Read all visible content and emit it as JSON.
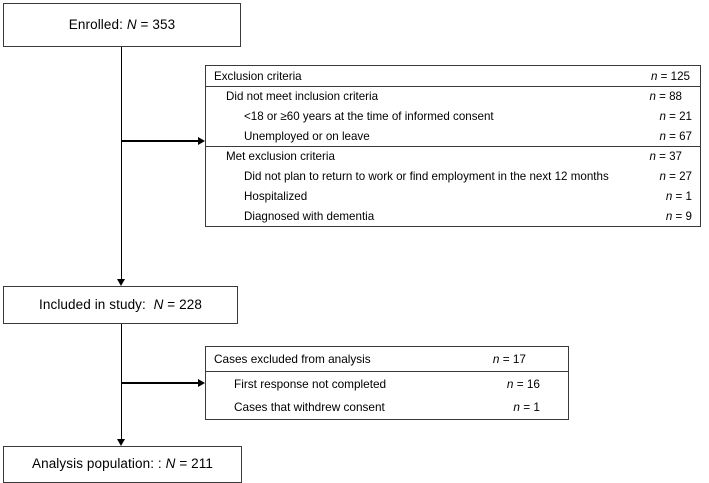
{
  "diagram": {
    "type": "participant-flow-diagram",
    "colors": {
      "box_border": "#3a3a3a",
      "connector": "#000000",
      "background": "#ffffff"
    },
    "boxes": {
      "enrolled": {
        "prefix": "Enrolled: ",
        "symbol": "N",
        "value": " = 353"
      },
      "included": {
        "prefix": "Included in study:  ",
        "symbol": "N",
        "value": " = 228"
      },
      "analysis": {
        "prefix": "Analysis population: : ",
        "symbol": "N",
        "value": " = 211"
      }
    },
    "exclusion_table": {
      "rows": [
        {
          "level": 0,
          "separator_above": false,
          "text": "Exclusion criteria",
          "n_symbol": "n",
          "n_value": " = 125"
        },
        {
          "level": 1,
          "separator_above": true,
          "text": "Did not meet inclusion criteria",
          "n_symbol": "n",
          "n_value": " = 88"
        },
        {
          "level": 2,
          "separator_above": false,
          "text": "<18 or ≥60 years at the time of informed consent",
          "n_symbol": "n",
          "n_value": " = 21"
        },
        {
          "level": 2,
          "separator_above": false,
          "text": "Unemployed or on leave",
          "n_symbol": "n",
          "n_value": " = 67"
        },
        {
          "level": 1,
          "separator_above": true,
          "text": "Met exclusion criteria",
          "n_symbol": "n",
          "n_value": " = 37"
        },
        {
          "level": 2,
          "separator_above": false,
          "text": "Did not plan to return to work or find employment in the next 12 months",
          "n_symbol": "n",
          "n_value": " = 27"
        },
        {
          "level": 2,
          "separator_above": false,
          "text": "Hospitalized",
          "n_symbol": "n",
          "n_value": " = 1"
        },
        {
          "level": 2,
          "separator_above": false,
          "text": "Diagnosed with dementia",
          "n_symbol": "n",
          "n_value": " = 9"
        }
      ]
    },
    "analysis_excluded_table": {
      "rows": [
        {
          "level": 0,
          "separator_above": false,
          "text": "Cases excluded from analysis",
          "n_symbol": "n",
          "n_value": " = 17"
        },
        {
          "level": 1,
          "separator_above": true,
          "text": "First response not completed",
          "n_symbol": "n",
          "n_value": " = 16"
        },
        {
          "level": 1,
          "separator_above": false,
          "text": "Cases that withdrew consent",
          "n_symbol": "n",
          "n_value": " = 1"
        }
      ]
    }
  }
}
